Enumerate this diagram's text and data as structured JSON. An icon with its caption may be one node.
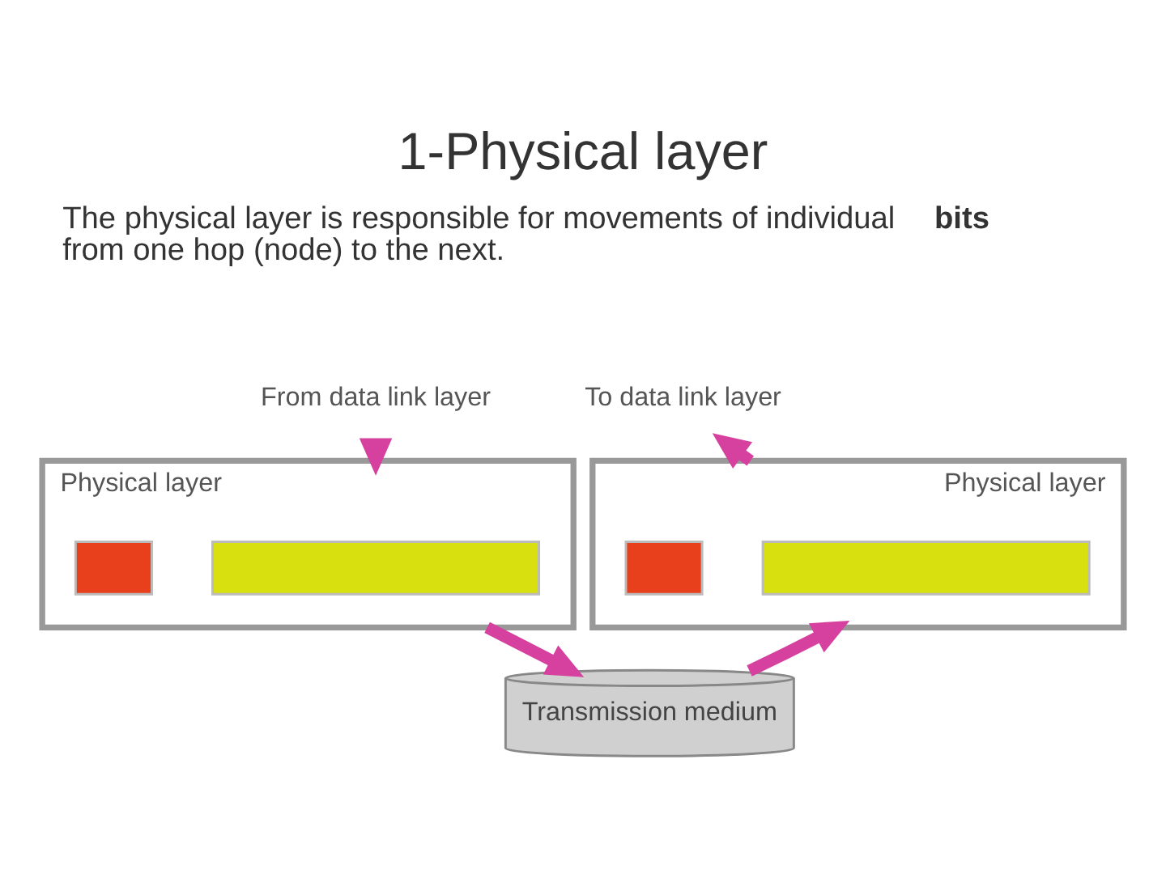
{
  "diagram": {
    "title": "1-Physical layer",
    "nodes": [
      {
        "text": [
          "From data link layer"
        ]
      },
      {
        "text": [
          "Physical layer"
        ]
      },
      {
        "text": [],
        "shape": "bar",
        "in": 1
      },
      {
        "text": [],
        "shape": "bar",
        "in": 1
      },
      {
        "text": [
          "Transmission medium"
        ]
      },
      {
        "text": [
          "Physical layer"
        ]
      },
      {
        "text": [],
        "shape": "bar",
        "in": 5
      },
      {
        "text": [],
        "shape": "bar",
        "in": 5
      },
      {
        "text": [
          "To data link layer"
        ]
      }
    ],
    "edges": [
      {
        "from": 0,
        "to": 1,
        "arrow": "to"
      },
      {
        "from": 1,
        "to": 4,
        "arrow": "to"
      },
      {
        "from": 4,
        "to": 5,
        "arrow": "to"
      },
      {
        "from": 5,
        "to": 8,
        "arrow": "to"
      }
    ],
    "labels": [
      "The physical layer is responsible for movements of individual **bits** from one hop (node) to the next."
    ]
  }
}
